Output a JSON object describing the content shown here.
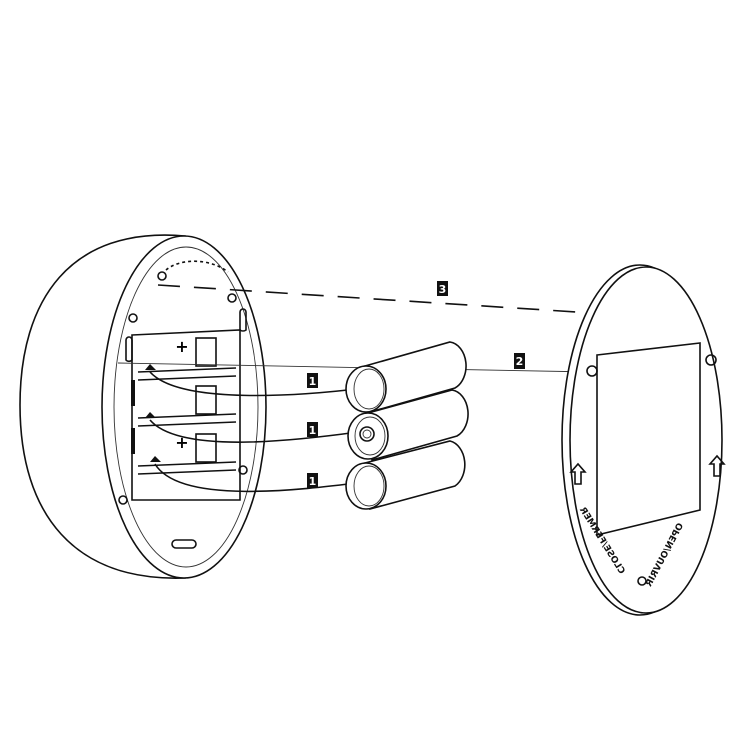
{
  "diagram": {
    "title": "Battery installation exploded view",
    "step_labels": {
      "batteries": "1",
      "align": "2",
      "cover": "3"
    },
    "cover_text": {
      "open": "OPEN/OUVRIR",
      "close": "CLOSE/FERMER"
    },
    "polarity": [
      "+",
      "+"
    ],
    "colors": {
      "line": "#111111",
      "label_bg": "#111111",
      "label_text": "#ffffff"
    }
  }
}
